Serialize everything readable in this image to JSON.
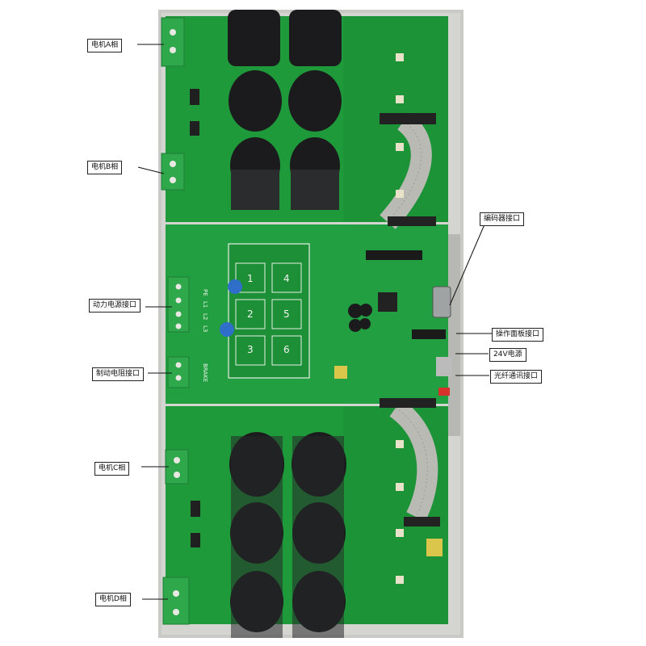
{
  "labels": {
    "motor_a": "电机A相",
    "motor_b": "电机B相",
    "power_interface": "动力电源接口",
    "brake_resistor": "制动电阻接口",
    "motor_c": "电机C相",
    "motor_d": "电机D相",
    "encoder": "编码器接口",
    "operator_panel": "操作面板接口",
    "supply_24v": "24V电源",
    "fiber_comm": "光纤通讯接口"
  },
  "colors": {
    "pcb_green": "#1f9a3b",
    "pcb_dark": "#137a2c",
    "capacitor": "#1b1b1d",
    "terminal": "#2fa84b",
    "frame": "#c9cac6",
    "ribbon": "#b9bab4"
  },
  "silkscreen": {
    "channels": [
      "1",
      "2",
      "3",
      "4",
      "5",
      "6"
    ],
    "power_pins": [
      "PE",
      "L1",
      "L2",
      "L3"
    ],
    "brake_text": "BRAKE"
  }
}
